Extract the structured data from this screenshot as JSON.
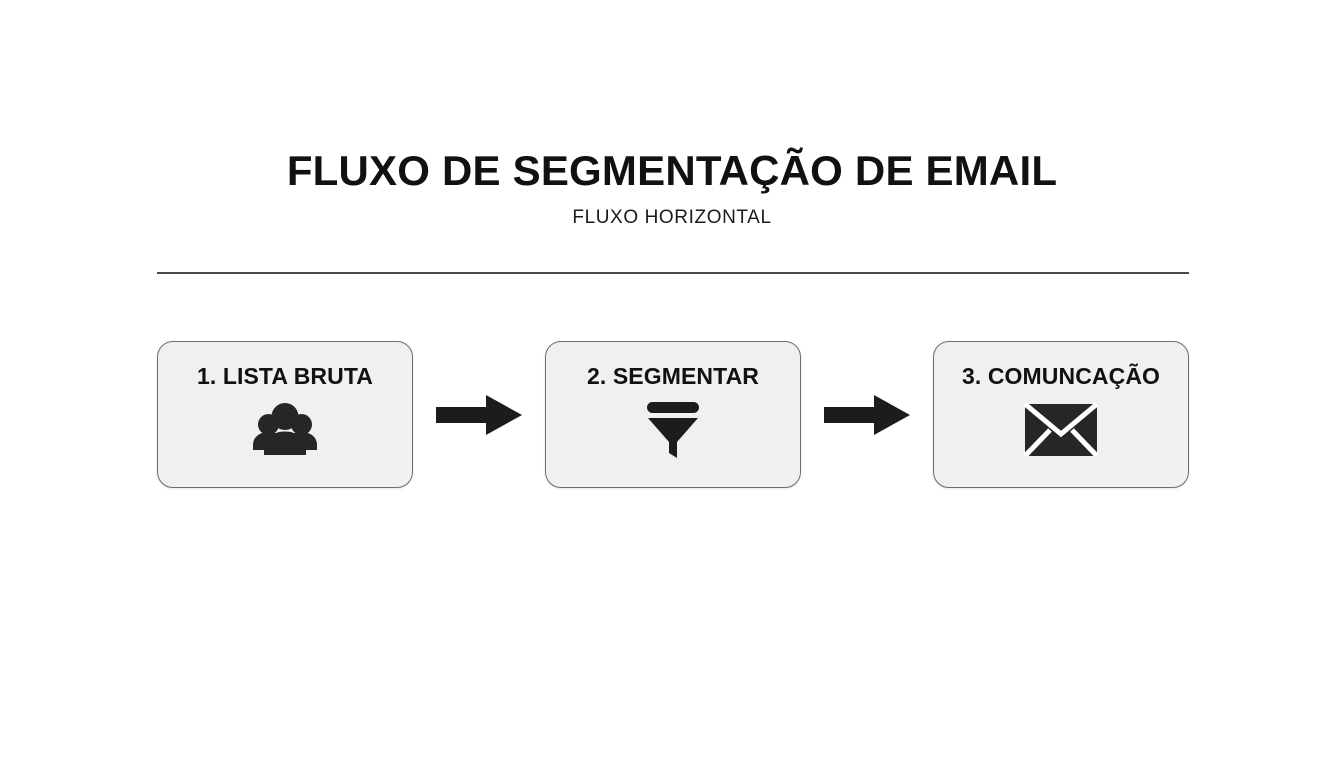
{
  "header": {
    "title": "FLUXO DE SEGMENTAÇÃO DE EMAIL",
    "subtitle": "FLUXO HORIZONTAL"
  },
  "colors": {
    "background": "#ffffff",
    "card_fill": "#f0f0f0",
    "card_border": "#6d6d6d",
    "ink": "#111111",
    "divider": "#4a4a4a",
    "arrow": "#1c1c1c"
  },
  "flow": {
    "steps": [
      {
        "label": "1. LISTA BRUTA",
        "icon": "people-group-icon"
      },
      {
        "label": "2. SEGMENTAR",
        "icon": "funnel-filter-icon"
      },
      {
        "label": "3. COMUNCAÇÃO",
        "icon": "envelope-icon"
      }
    ],
    "connectors": [
      {
        "icon": "arrow-right-icon"
      },
      {
        "icon": "arrow-right-icon"
      }
    ]
  }
}
